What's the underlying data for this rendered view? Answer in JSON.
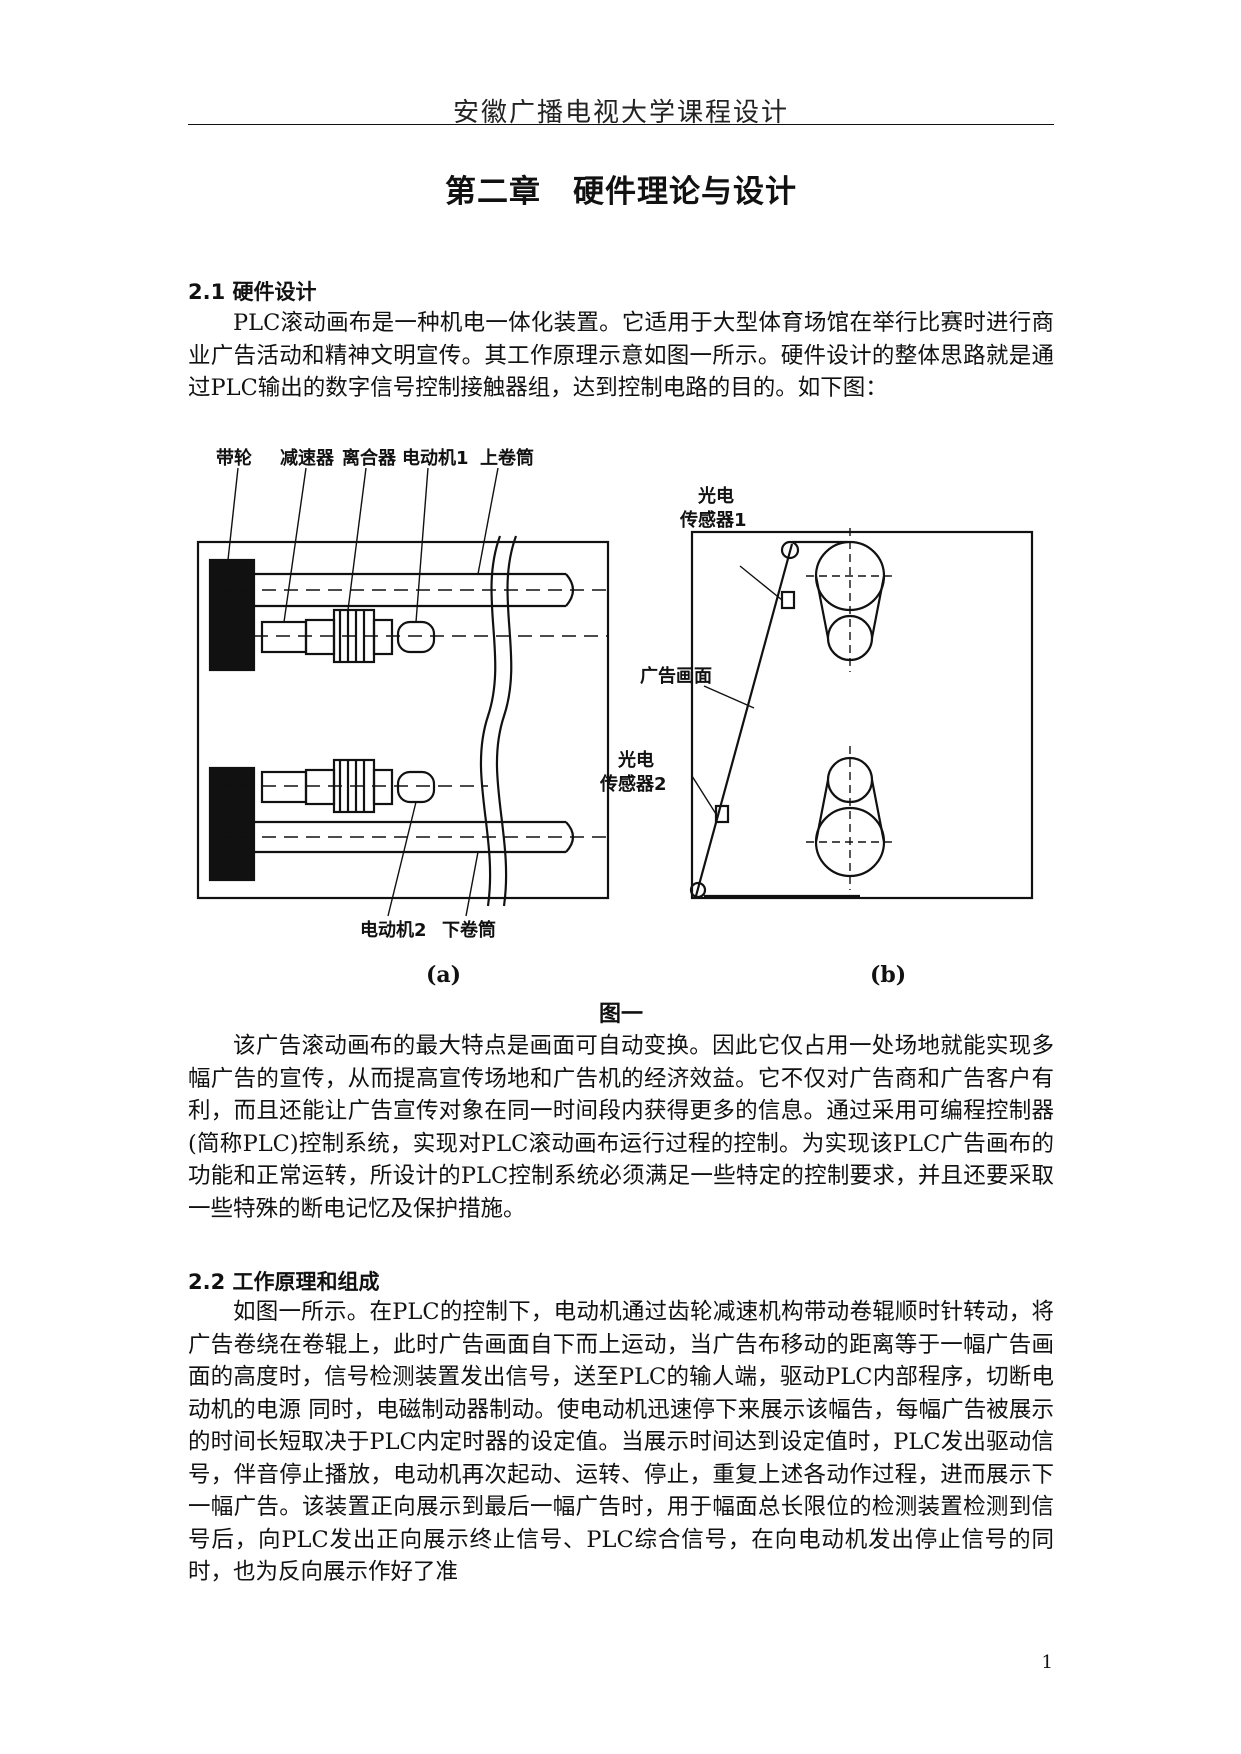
{
  "header": {
    "running_title": "安徽广播电视大学课程设计"
  },
  "chapter": {
    "title": "第二章　硬件理论与设计"
  },
  "section_2_1": {
    "heading": "2.1  硬件设计",
    "paragraph": "PLC滚动画布是一种机电一体化装置。它适用于大型体育场馆在举行比赛时进行商业广告活动和精神文明宣传。其工作原理示意如图一所示。硬件设计的整体思路就是通过PLC输出的数字信号控制接触器组，达到控制电路的目的。如下图："
  },
  "figure": {
    "labels_a": {
      "belt_wheel": "带轮",
      "reducer": "减速器",
      "clutch": "离合器",
      "motor1": "电动机1",
      "upper_drum": "上卷筒",
      "motor2": "电动机2",
      "lower_drum": "下卷筒"
    },
    "labels_b": {
      "sensor1_line1": "光电",
      "sensor1_line2": "传感器1",
      "ad_canvas": "广告画面",
      "sensor2_line1": "光电",
      "sensor2_line2": "传感器2"
    },
    "sub_a": "(a)",
    "sub_b": "(b)",
    "caption": "图一"
  },
  "para_after_figure": "该广告滚动画布的最大特点是画面可自动变换。因此它仅占用一处场地就能实现多幅广告的宣传，从而提高宣传场地和广告机的经济效益。它不仅对广告商和广告客户有利，而且还能让广告宣传对象在同一时间段内获得更多的信息。通过采用可编程控制器(简称PLC)控制系统，实现对PLC滚动画布运行过程的控制。为实现该PLC广告画布的功能和正常运转，所设计的PLC控制系统必须满足一些特定的控制要求，并且还要采取一些特殊的断电记忆及保护措施。",
  "section_2_2": {
    "heading": "2.2  工作原理和组成",
    "paragraph": "如图一所示。在PLC的控制下，电动机通过齿轮减速机构带动卷辊顺时针转动，将广告卷绕在卷辊上，此时广告画面自下而上运动，当广告布移动的距离等于一幅广告画面的高度时，信号检测装置发出信号，送至PLC的输人端，驱动PLC内部程序，切断电动机的电源 同时，电磁制动器制动。使电动机迅速停下来展示该幅告，每幅广告被展示的时间长短取决于PLC内定时器的设定值。当展示时间达到设定值时，PLC发出驱动信号，伴音停止播放，电动机再次起动、运转、停止，重复上述各动作过程，进而展示下一幅广告。该装置正向展示到最后一幅广告时，用于幅面总长限位的检测装置检测到信号后，向PLC发出正向展示终止信号、PLC综合信号，在向电动机发出停止信号的同时，也为反向展示作好了准"
  },
  "footer": {
    "page_number": "1"
  }
}
